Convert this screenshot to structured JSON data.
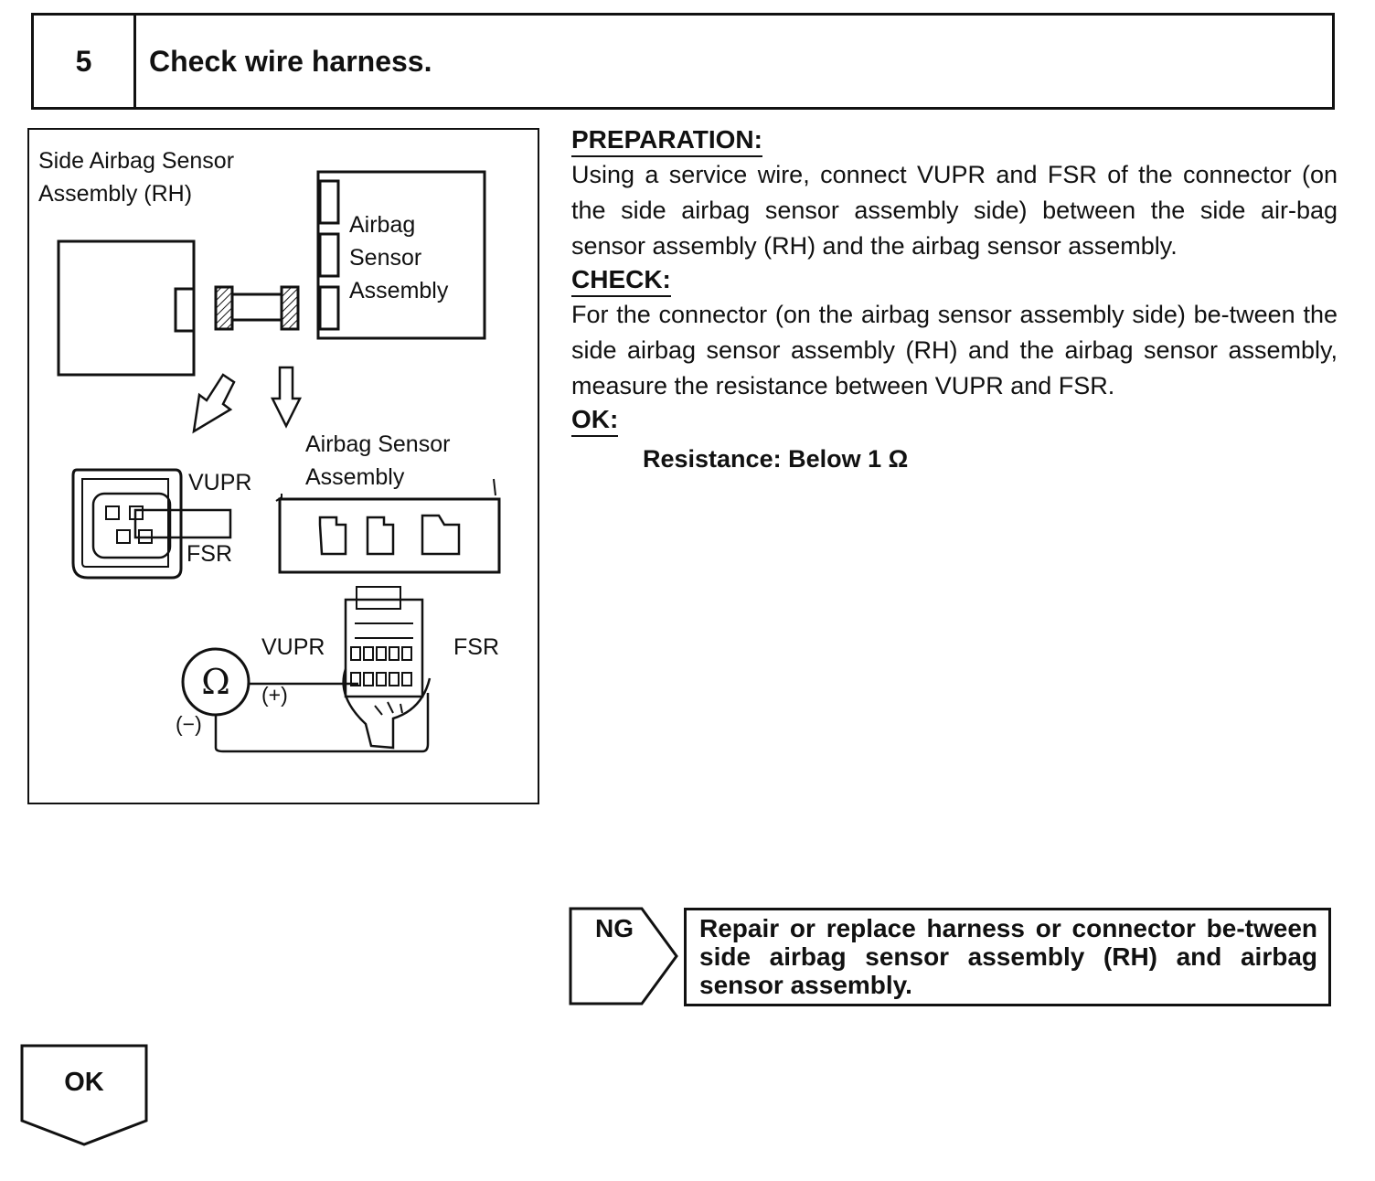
{
  "step": {
    "number": "5",
    "title": "Check wire harness."
  },
  "diagram": {
    "side_sensor_label_line1": "Side Airbag Sensor",
    "side_sensor_label_line2": "Assembly (RH)",
    "ecu_label_line1": "Airbag",
    "ecu_label_line2": "Sensor",
    "ecu_label_line3": "Assembly",
    "connector_label_line1": "Airbag Sensor",
    "connector_label_line2": "Assembly",
    "pin_vupr": "VUPR",
    "pin_fsr": "FSR",
    "meter_vupr": "VUPR",
    "meter_fsr": "FSR",
    "probe_positive": "(+)",
    "probe_negative": "(−)",
    "ohm_symbol": "Ω"
  },
  "preparation": {
    "heading": "PREPARATION:",
    "text": "Using a service wire, connect VUPR and FSR of the connector (on the side airbag sensor assembly side) between the side air-bag sensor assembly (RH) and the airbag sensor assembly."
  },
  "check": {
    "heading": "CHECK:",
    "text": "For the connector (on the airbag sensor assembly side) be-tween the side airbag sensor assembly (RH) and the airbag sensor assembly, measure the resistance between VUPR and FSR."
  },
  "ok_spec": {
    "heading": "OK:",
    "text": "Resistance: Below 1 Ω"
  },
  "ng": {
    "label": "NG",
    "action": "Repair or replace harness or connector be-tween side airbag sensor assembly (RH) and airbag sensor assembly."
  },
  "ok_flow": {
    "label": "OK"
  }
}
